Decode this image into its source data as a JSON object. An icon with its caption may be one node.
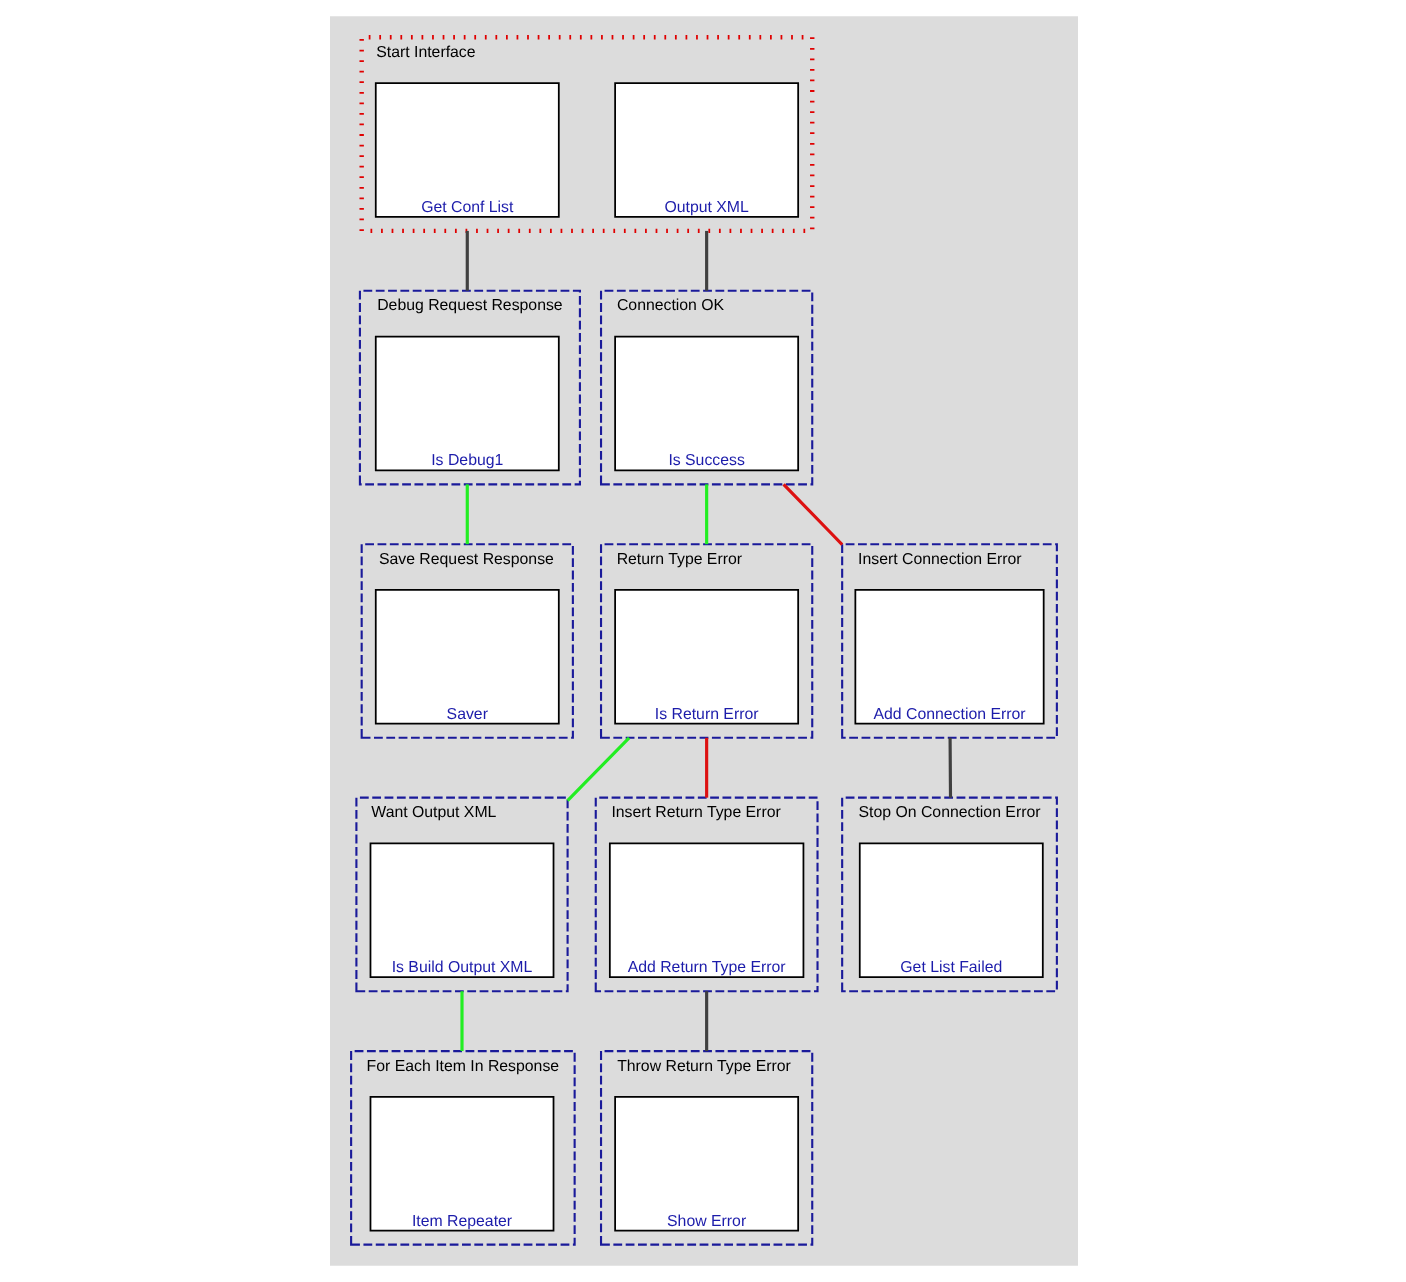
{
  "diagram": {
    "nodes": [
      {
        "text": [
          "Start Interface"
        ]
      },
      {
        "text": [
          "Get Conf List"
        ],
        "in": 0
      },
      {
        "text": [
          "Output XML"
        ],
        "in": 0
      },
      {
        "text": [
          "Debug Request Response"
        ]
      },
      {
        "text": [
          "Is Debug1"
        ],
        "in": 3
      },
      {
        "text": [
          "Save Request Response"
        ]
      },
      {
        "text": [
          "Saver"
        ],
        "in": 5
      },
      {
        "text": [
          "Connection OK"
        ]
      },
      {
        "text": [
          "Is Success"
        ],
        "in": 7
      },
      {
        "text": [
          "Return Type Error"
        ]
      },
      {
        "text": [
          "Is Return Error"
        ],
        "in": 9
      },
      {
        "text": [
          "Insert Connection Error"
        ]
      },
      {
        "text": [
          "Add Connection Error"
        ],
        "in": 11
      },
      {
        "text": [
          "Want Output XML"
        ]
      },
      {
        "text": [
          "Is Build Output XML"
        ],
        "in": 13
      },
      {
        "text": [
          "Insert Return Type Error"
        ]
      },
      {
        "text": [
          "Add Return Type Error"
        ],
        "in": 15
      },
      {
        "text": [
          "Stop On Connection Error"
        ]
      },
      {
        "text": [
          "Get List Failed"
        ],
        "in": 17
      },
      {
        "text": [
          "For Each Item In Response"
        ]
      },
      {
        "text": [
          "Item Repeater"
        ],
        "in": 19
      },
      {
        "text": [
          "Throw Return Type Error"
        ]
      },
      {
        "text": [
          "Show Error"
        ],
        "in": 21
      }
    ],
    "edges": [
      {
        "from": 0,
        "to": 3,
        "arrow": "none"
      },
      {
        "from": 0,
        "to": 7,
        "arrow": "none"
      },
      {
        "from": 3,
        "to": 5,
        "arrow": "none",
        "color": "#22ee22"
      },
      {
        "from": 7,
        "to": 9,
        "arrow": "none",
        "color": "#22ee22"
      },
      {
        "from": 7,
        "to": 11,
        "arrow": "none",
        "color": "#dd1111"
      },
      {
        "from": 9,
        "to": 13,
        "arrow": "none",
        "color": "#22ee22"
      },
      {
        "from": 9,
        "to": 15,
        "arrow": "none",
        "color": "#dd1111"
      },
      {
        "from": 11,
        "to": 17,
        "arrow": "none"
      },
      {
        "from": 13,
        "to": 19,
        "arrow": "none",
        "color": "#22ee22"
      },
      {
        "from": 15,
        "to": 21,
        "arrow": "none"
      }
    ]
  }
}
